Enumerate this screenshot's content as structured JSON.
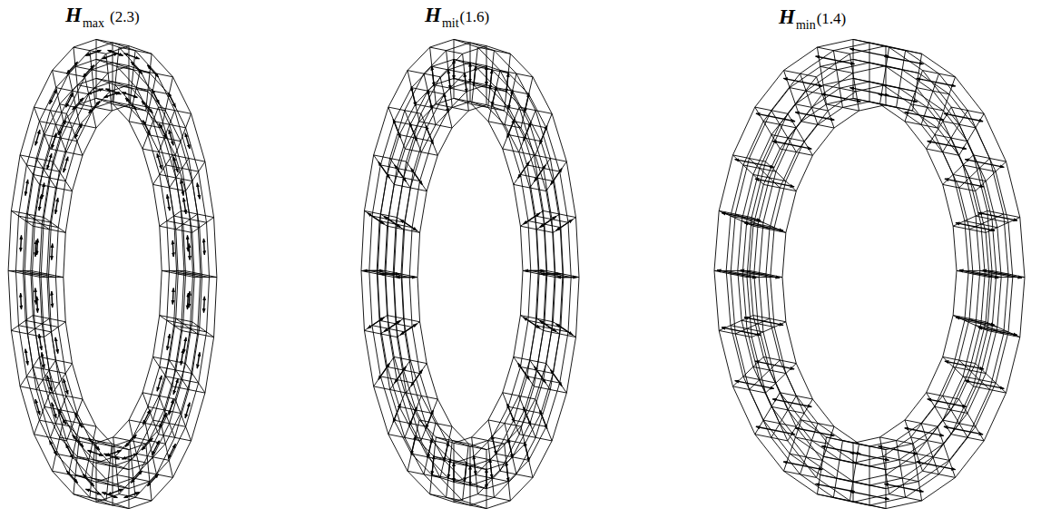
{
  "diagram": {
    "labels": [
      "H",
      "max",
      "(2.3)",
      "H",
      "mit",
      "(1.6)",
      "H",
      "min",
      "(1.4)"
    ]
  }
}
